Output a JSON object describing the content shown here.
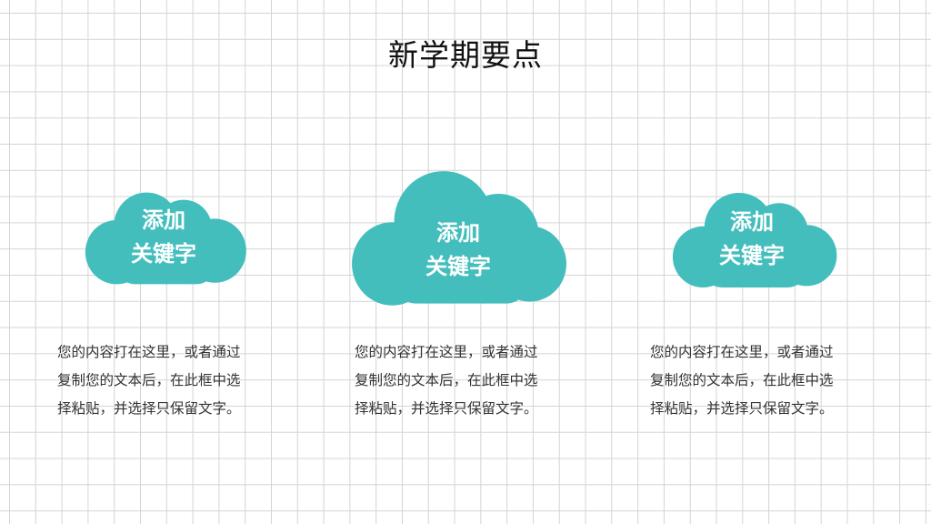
{
  "theme": {
    "cloud_color": "#44bebd",
    "grid_color": "#d4d4d4",
    "text_color": "#333333"
  },
  "title": "新学期要点",
  "cards": [
    {
      "keyword_line1": "添加",
      "keyword_line2": "关键字",
      "desc_line1": "您的内容打在这里，或者通过",
      "desc_line2": "复制您的文本后，在此框中选",
      "desc_line3": "择粘贴，并选择只保留文字。"
    },
    {
      "keyword_line1": "添加",
      "keyword_line2": "关键字",
      "desc_line1": "您的内容打在这里，或者通过",
      "desc_line2": "复制您的文本后，在此框中选",
      "desc_line3": "择粘贴，并选择只保留文字。"
    },
    {
      "keyword_line1": "添加",
      "keyword_line2": "关键字",
      "desc_line1": "您的内容打在这里，或者通过",
      "desc_line2": "复制您的文本后，在此框中选",
      "desc_line3": "择粘贴，并选择只保留文字。"
    }
  ]
}
